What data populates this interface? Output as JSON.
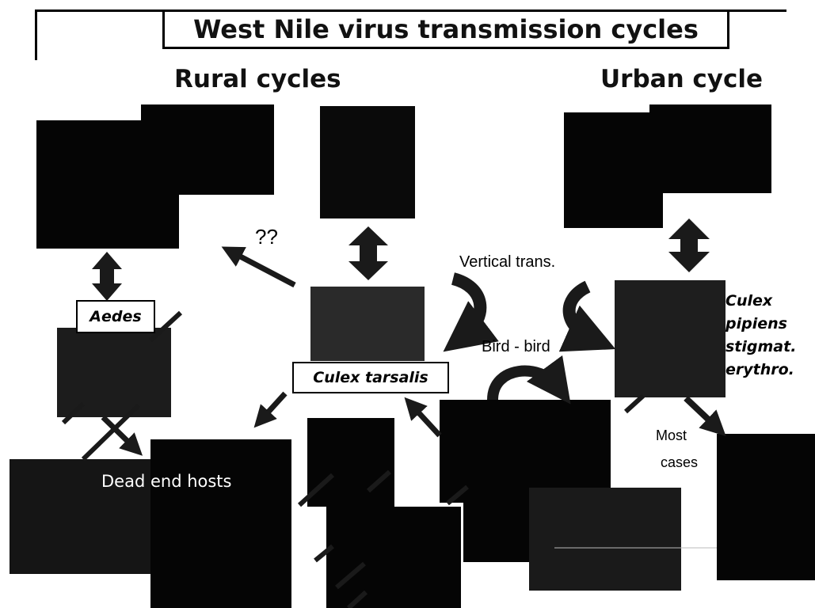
{
  "title": "West Nile virus transmission cycles",
  "sections": {
    "rural": "Rural cycles",
    "urban": "Urban cycle"
  },
  "labels": {
    "aedes": "Aedes",
    "culex_tarsalis": "Culex tarsalis",
    "culex_pipiens": [
      "Culex",
      "pipiens",
      "stigmat.",
      "erythro."
    ],
    "unknown": "??",
    "vertical_trans": "Vertical trans.",
    "bird_bird": "Bird - bird",
    "dead_end_hosts": "Dead end hosts",
    "most_cases": [
      "Most",
      "cases"
    ]
  },
  "colors": {
    "background": "#ffffff",
    "arrows": "#1a1a1a",
    "photos": "#050505",
    "text": "#000000"
  }
}
